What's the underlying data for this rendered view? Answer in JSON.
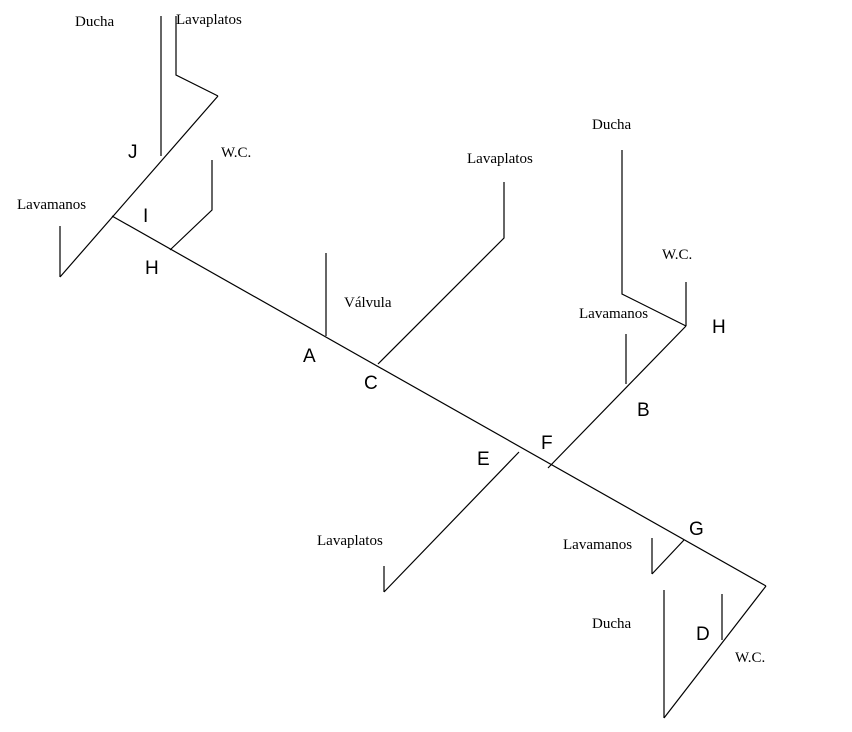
{
  "fixtures": {
    "ducha": "Ducha",
    "lavaplatos": "Lavaplatos",
    "wc": "W.C.",
    "lavamanos": "Lavamanos",
    "valvula": "Válvula"
  },
  "nodes": {
    "J": "J",
    "I": "I",
    "H": "H",
    "A": "A",
    "C": "C",
    "E": "E",
    "F": "F",
    "B": "B",
    "G": "G",
    "D": "D"
  }
}
